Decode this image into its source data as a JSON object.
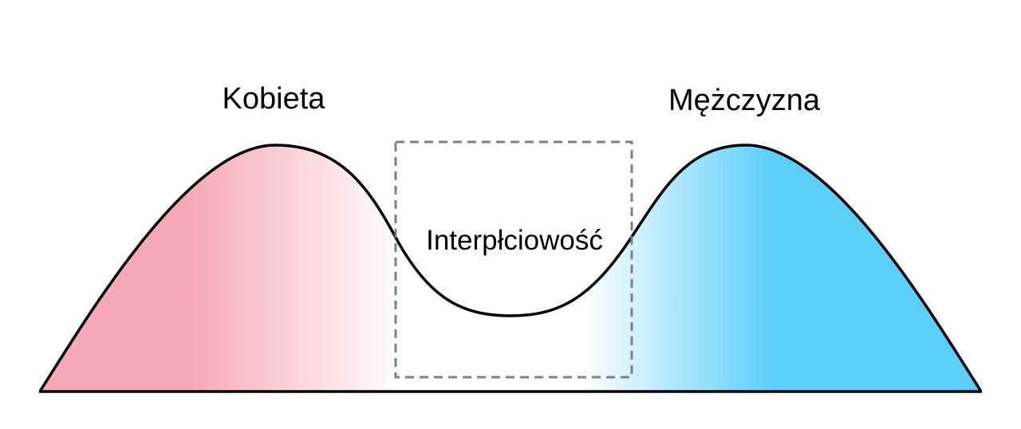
{
  "labels": {
    "left": "Kobieta",
    "right": "Mężczyzna",
    "middle": "Interpłciowość"
  },
  "colors": {
    "left_fill": "#f5a9b8",
    "right_fill": "#5bcefa",
    "middle_fill": "#ffffff",
    "curve_stroke": "#000000",
    "box_stroke": "#808080"
  }
}
